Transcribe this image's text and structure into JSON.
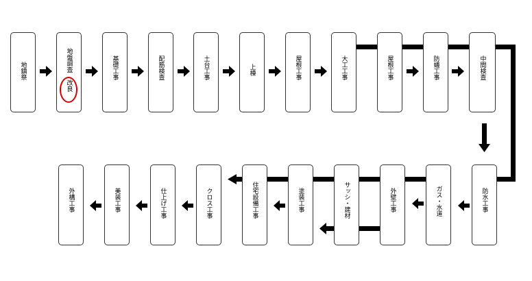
{
  "steps": [
    {
      "label": "地鎮祭"
    },
    {
      "label": "地盤調査",
      "note": "改良"
    },
    {
      "label": "基礎工事"
    },
    {
      "label": "配筋検査"
    },
    {
      "label": "土台工事"
    },
    {
      "label": "上棟"
    },
    {
      "label": "屋根工事"
    },
    {
      "label": "大工工事"
    },
    {
      "label": "屋根工事"
    },
    {
      "label": "防蟻工事"
    },
    {
      "label": "中間検査"
    },
    {
      "label": "防水工事"
    },
    {
      "label": "ガス・水道"
    },
    {
      "label": "外壁工事"
    },
    {
      "label": "サッシ・建材"
    },
    {
      "label": "塗装工事"
    },
    {
      "label": "住宅設備工事"
    },
    {
      "label": "クロス工事"
    },
    {
      "label": "仕上げ工事"
    },
    {
      "label": "美装工事"
    },
    {
      "label": "外構工事"
    }
  ],
  "colors": {
    "border": "#333333",
    "arrow": "#000000",
    "highlight": "#d40000"
  }
}
